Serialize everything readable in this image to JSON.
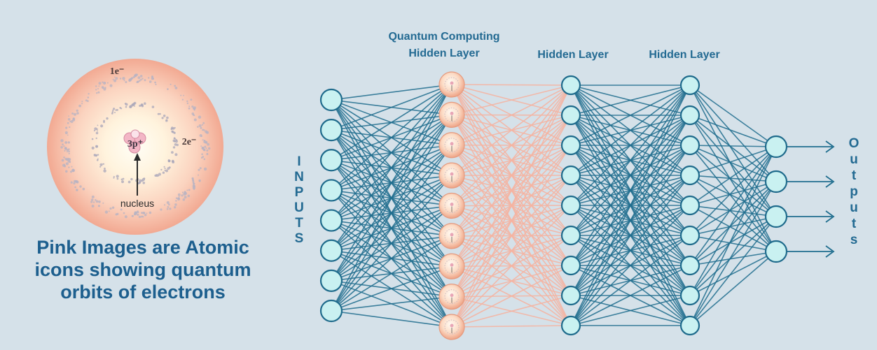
{
  "atom": {
    "shell_inner_label": "1e⁻",
    "shell_outer_label": "2e⁻",
    "nucleus_label": "3p⁺",
    "pointer_label": "nucleus"
  },
  "caption": {
    "lines": [
      "Pink Images are Atomic",
      "icons showing quantum",
      "orbits of electrons"
    ]
  },
  "network": {
    "layer_titles": {
      "quantum_line1": "Quantum Computing",
      "quantum_line2": "Hidden Layer",
      "hidden1": "Hidden Layer",
      "hidden2": "Hidden Layer"
    },
    "inputs_label": [
      "I",
      "N",
      "P",
      "U",
      "T",
      "S"
    ],
    "outputs_label": [
      "O",
      "u",
      "t",
      "p",
      "u",
      "t",
      "s"
    ],
    "layer_sizes": {
      "inputs": 8,
      "quantum_hidden": 9,
      "hidden_1": 9,
      "hidden_2": 9,
      "outputs": 4
    }
  },
  "colors": {
    "background": "#d5e1e9",
    "classical_node_fill": "#c9f1f1",
    "classical_node_stroke": "#1f6b8c",
    "classical_edge": "#1f6d8e",
    "quantum_edge": "#f6b3a0",
    "quantum_node_fill": "#f7c8b0",
    "label_text": "#236a92",
    "caption_text": "#1d5f8e"
  }
}
